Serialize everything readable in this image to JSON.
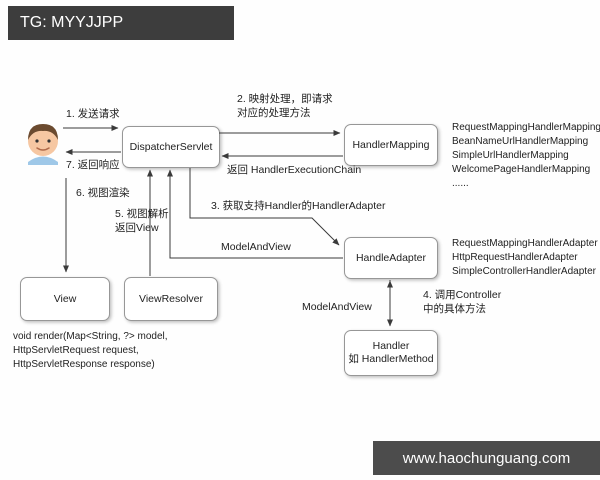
{
  "banners": {
    "top": "TG: MYYJJPP",
    "bottom": "www.haochunguang.com"
  },
  "nodes": {
    "dispatcher": "DispatcherServlet",
    "handler_mapping": "HandlerMapping",
    "handle_adapter": "HandleAdapter",
    "handler_line1": "Handler",
    "handler_line2": "如 HandlerMethod",
    "view": "View",
    "view_resolver": "ViewResolver"
  },
  "labels": {
    "step1": "1. 发送请求",
    "step2_line1": "2. 映射处理，即请求",
    "step2_line2": "对应的处理方法",
    "return_chain": "返回 HandlerExecutionChain",
    "step3": "3. 获取支持Handler的HandlerAdapter",
    "model_and_view_left": "ModelAndView",
    "step4_line1": "4. 调用Controller",
    "step4_line2": "中的具体方法",
    "model_and_view_bottom": "ModelAndView",
    "step5_line1": "5. 视图解析",
    "step5_line2": "返回View",
    "step6": "6. 视图渲染",
    "step7": "7. 返回响应"
  },
  "side_texts": {
    "mapping_impls": [
      "RequestMappingHandlerMapping",
      "BeanNameUrlHandlerMapping",
      "SimpleUrlHandlerMapping",
      "WelcomePageHandlerMapping",
      "......"
    ],
    "adapter_impls": [
      "RequestMappingHandlerAdapter",
      "HttpRequestHandlerAdapter",
      "SimpleControllerHandlerAdapter"
    ],
    "render_signature": [
      "void render(Map<String, ?> model,",
      "HttpServletRequest request,",
      "HttpServletResponse response)"
    ]
  }
}
